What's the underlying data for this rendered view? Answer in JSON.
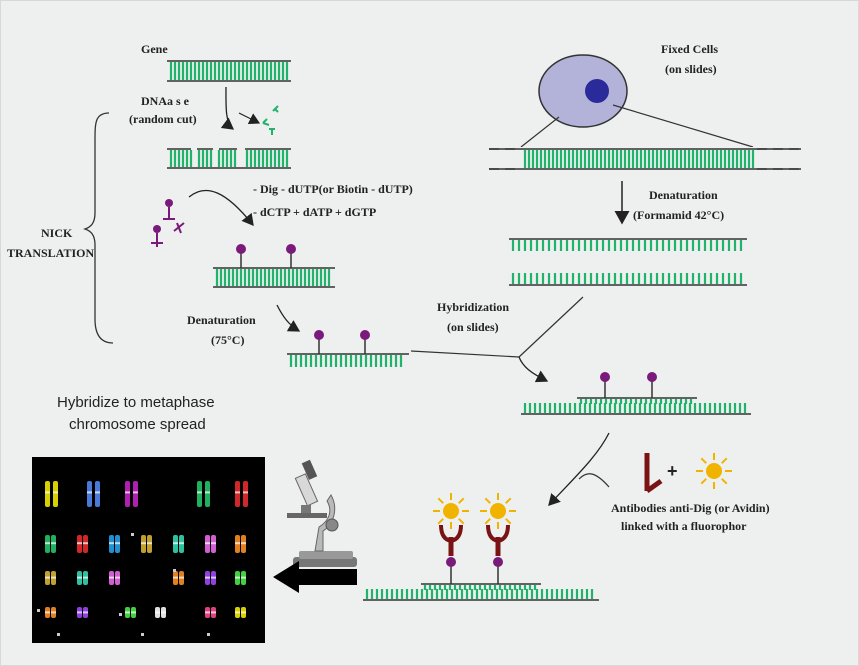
{
  "labels": {
    "gene": "Gene",
    "dnaase": "DNAa s e",
    "random_cut": "(random cut)",
    "dig_dutp": "- Dig - dUTP(or Biotin - dUTP)",
    "dctp": "- dCTP + dATP + dGTP",
    "nick": "NICK",
    "translation": "TRANSLATION",
    "denat1": "Denaturation",
    "denat1_temp": "(75°C)",
    "fixed_cells": "Fixed Cells",
    "on_slides": "(on slides)",
    "denat2": "Denaturation",
    "denat2_temp": "(Formamid 42°C)",
    "hybridization": "Hybridization",
    "hyb_on_slides": "(on slides)",
    "hybridize_line1": "Hybridize to metaphase",
    "hybridize_line2": "chromosome spread",
    "plus": "+",
    "antibodies_line1": "Antibodies anti-Dig (or Avidin)",
    "antibodies_line2": "linked with a fluorophor"
  },
  "colors": {
    "dna_green": "#1fb36b",
    "probe_purple": "#7a1a7a",
    "cell_body": "#b3b3da",
    "nucleus": "#2a2a9a",
    "antibody": "#7a1414",
    "fluorophore": "#f0b400",
    "panel_bg": "#000000",
    "arrow": "#222222"
  },
  "icons": {
    "microscope": "microscope-icon",
    "big_arrow": "big-left-arrow-icon"
  }
}
